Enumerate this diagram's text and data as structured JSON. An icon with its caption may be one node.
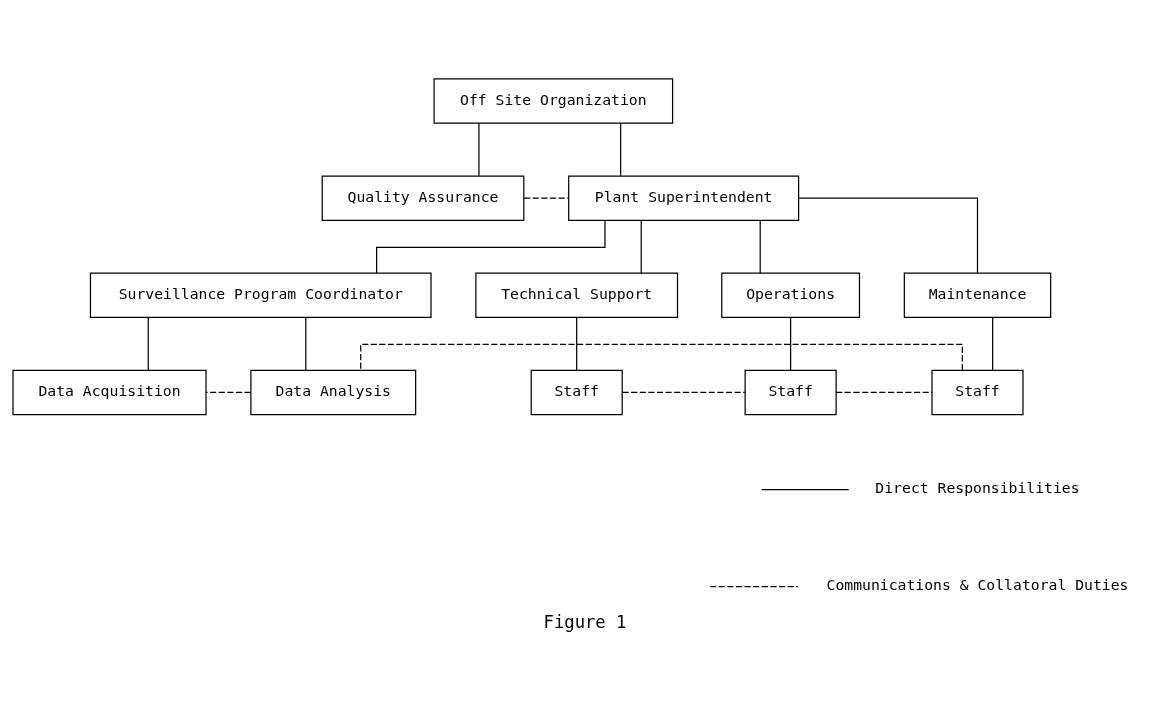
{
  "diagram": {
    "caption": "Figure 1",
    "nodes": [
      {
        "text": [
          "Off Site Organization"
        ]
      },
      {
        "text": [
          "Quality Assurance"
        ]
      },
      {
        "text": [
          "Plant Superintendent"
        ]
      },
      {
        "text": [
          "Surveillance Program Coordinator"
        ]
      },
      {
        "text": [
          "Technical Support"
        ]
      },
      {
        "text": [
          "Operations"
        ]
      },
      {
        "text": [
          "Maintenance"
        ]
      },
      {
        "text": [
          "Data Acquisition"
        ]
      },
      {
        "text": [
          "Data Analysis"
        ]
      },
      {
        "text": [
          "Staff"
        ]
      },
      {
        "text": [
          "Staff"
        ]
      },
      {
        "text": [
          "Staff"
        ]
      }
    ],
    "edges": [
      {
        "from": 0,
        "to": 1,
        "arrow": "none"
      },
      {
        "from": 0,
        "to": 2,
        "arrow": "none"
      },
      {
        "from": 1,
        "to": 2,
        "arrow": "none",
        "style": "dashed"
      },
      {
        "from": 2,
        "to": 3,
        "arrow": "none"
      },
      {
        "from": 2,
        "to": 4,
        "arrow": "none"
      },
      {
        "from": 2,
        "to": 5,
        "arrow": "none"
      },
      {
        "from": 2,
        "to": 6,
        "arrow": "none"
      },
      {
        "from": 3,
        "to": 7,
        "arrow": "none"
      },
      {
        "from": 3,
        "to": 8,
        "arrow": "none"
      },
      {
        "from": 4,
        "to": 9,
        "arrow": "none"
      },
      {
        "from": 5,
        "to": 10,
        "arrow": "none"
      },
      {
        "from": 6,
        "to": 11,
        "arrow": "none"
      },
      {
        "from": 9,
        "to": 10,
        "arrow": "none",
        "style": "dashed"
      },
      {
        "from": 10,
        "to": 11,
        "arrow": "none",
        "style": "dashed"
      },
      {
        "from": 11,
        "to": 8,
        "arrow": "none",
        "style": "dashed"
      },
      {
        "from": 8,
        "to": 7,
        "arrow": "none",
        "style": "dashed"
      }
    ],
    "legend": [
      {
        "text": "Direct Responsibilities"
      },
      {
        "text": "Communications & Collatoral Duties"
      }
    ]
  }
}
